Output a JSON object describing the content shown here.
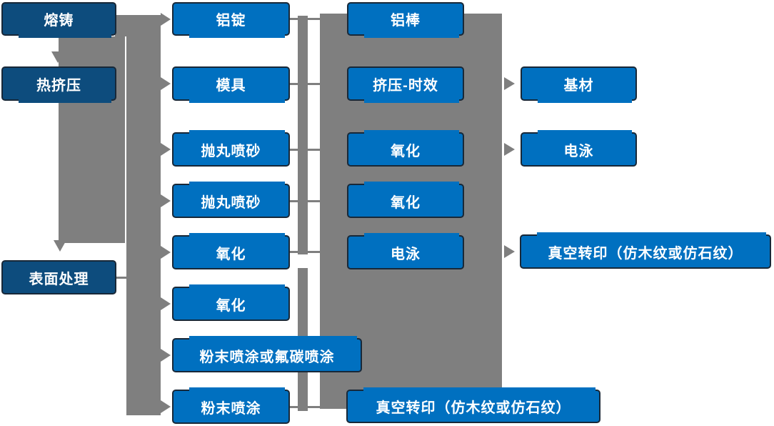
{
  "diagram": {
    "description_visible_text_only": true,
    "colors": {
      "primary_blue": "#0070C0",
      "dark_blue": "#0D4C7D",
      "connector_gray": "#7F7F7F",
      "box_border": "#182838",
      "text_white": "#FFFFFF"
    },
    "nodes": {
      "melting": {
        "label": "熔铸"
      },
      "hot_extrusion": {
        "label": "热挤压"
      },
      "surface_treatment": {
        "label": "表面处理"
      },
      "aluminum_ingot": {
        "label": "铝锭"
      },
      "mold": {
        "label": "模具"
      },
      "shot_blasting_1": {
        "label": "抛丸喷砂"
      },
      "shot_blasting_2": {
        "label": "抛丸喷砂"
      },
      "oxidation_c2_1": {
        "label": "氧化"
      },
      "oxidation_c2_2": {
        "label": "氧化"
      },
      "powder_or_fluorocarbon_spraying": {
        "label": "粉末喷涂或氟碳喷涂"
      },
      "powder_spraying": {
        "label": "粉末喷涂"
      },
      "aluminum_rod": {
        "label": "铝棒"
      },
      "extrusion_aging": {
        "label": "挤压-时效"
      },
      "oxidation_c3_1": {
        "label": "氧化"
      },
      "oxidation_c3_2": {
        "label": "氧化"
      },
      "electrophoresis_c3": {
        "label": "电泳"
      },
      "vacuum_transfer_bottom": {
        "label": "真空转印（仿木纹或仿石纹）"
      },
      "base_material": {
        "label": "基材"
      },
      "electrophoresis_c4": {
        "label": "电泳"
      },
      "vacuum_transfer_right": {
        "label": "真空转印（仿木纹或仿石纹）"
      }
    }
  }
}
